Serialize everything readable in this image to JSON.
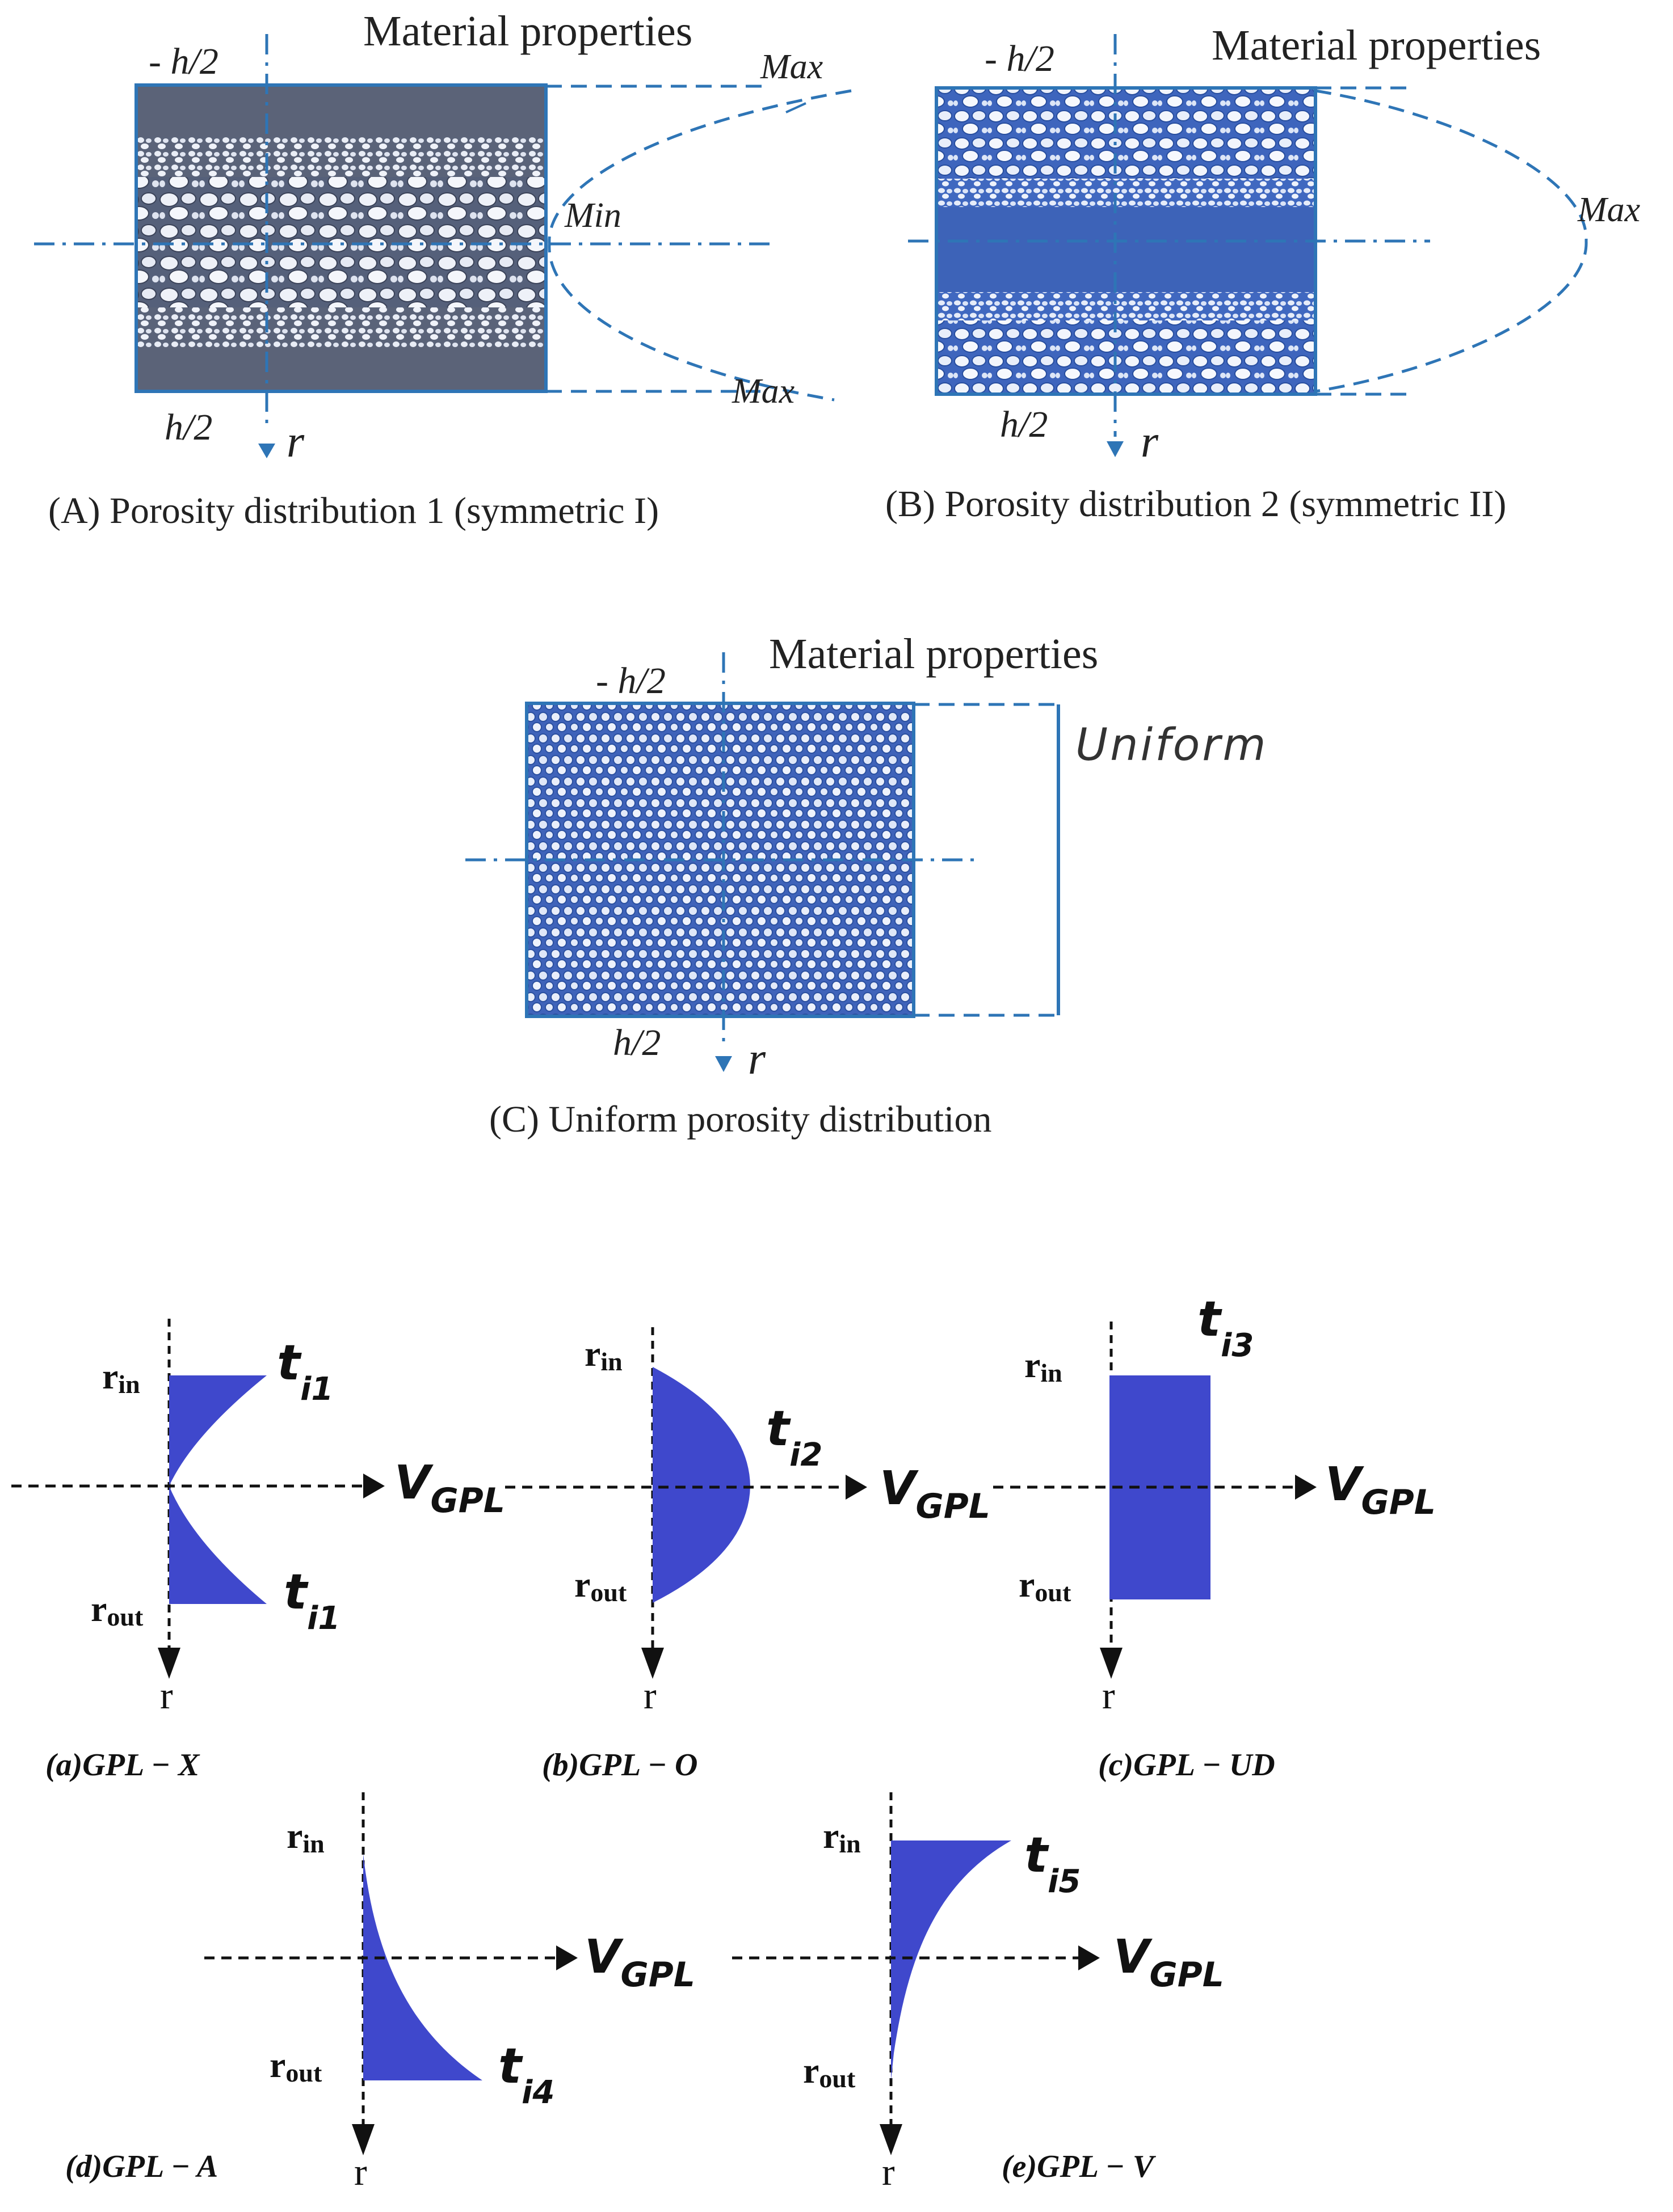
{
  "porosity": {
    "A": {
      "caption": "(A) Porosity distribution 1 (symmetric I)",
      "material_label": "Material properties",
      "top_label": "- h/2",
      "bottom_label": "h/2",
      "axis_label": "r",
      "max_top": "Max",
      "min_mid": "Min",
      "max_bottom": "Max"
    },
    "B": {
      "caption": "(B) Porosity distribution 2 (symmetric II)",
      "material_label": "Material properties",
      "top_label": "- h/2",
      "bottom_label": "h/2",
      "axis_label": "r",
      "max_mid": "Max"
    },
    "C": {
      "caption": "(C) Uniform porosity distribution",
      "material_label": "Material properties",
      "top_label": "- h/2",
      "bottom_label": "h/2",
      "axis_label": "r",
      "uniform": "Uniform"
    }
  },
  "gpl": {
    "a": {
      "caption": "(a)GPL − X",
      "r_in": "r",
      "r_in_sub": "in",
      "r_out": "r",
      "r_out_sub": "out",
      "t_top": "t",
      "t_top_sub": "i1",
      "t_bottom": "t",
      "t_bottom_sub": "i1",
      "v": "V",
      "v_sub": "GPL",
      "axis": "r"
    },
    "b": {
      "caption": "(b)GPL − O",
      "r_in": "r",
      "r_in_sub": "in",
      "r_out": "r",
      "r_out_sub": "out",
      "t": "t",
      "t_sub": "i2",
      "v": "V",
      "v_sub": "GPL",
      "axis": "r"
    },
    "c": {
      "caption": "(c)GPL − UD",
      "r_in": "r",
      "r_in_sub": "in",
      "r_out": "r",
      "r_out_sub": "out",
      "t": "t",
      "t_sub": "i3",
      "v": "V",
      "v_sub": "GPL",
      "axis": "r"
    },
    "d": {
      "caption": "(d)GPL − A",
      "r_in": "r",
      "r_in_sub": "in",
      "r_out": "r",
      "r_out_sub": "out",
      "t": "t",
      "t_sub": "i4",
      "v": "V",
      "v_sub": "GPL",
      "axis": "r"
    },
    "e": {
      "caption": "(e)GPL − V",
      "r_in": "r",
      "r_in_sub": "in",
      "r_out": "r",
      "r_out_sub": "out",
      "t": "t",
      "t_sub": "i5",
      "v": "V",
      "v_sub": "GPL",
      "axis": "r"
    }
  },
  "colors": {
    "accent": "#2e75b6",
    "slab_dark": "#5b6378",
    "slab_mid": "#3d63b8",
    "profile_fill": "#3f48cc"
  }
}
